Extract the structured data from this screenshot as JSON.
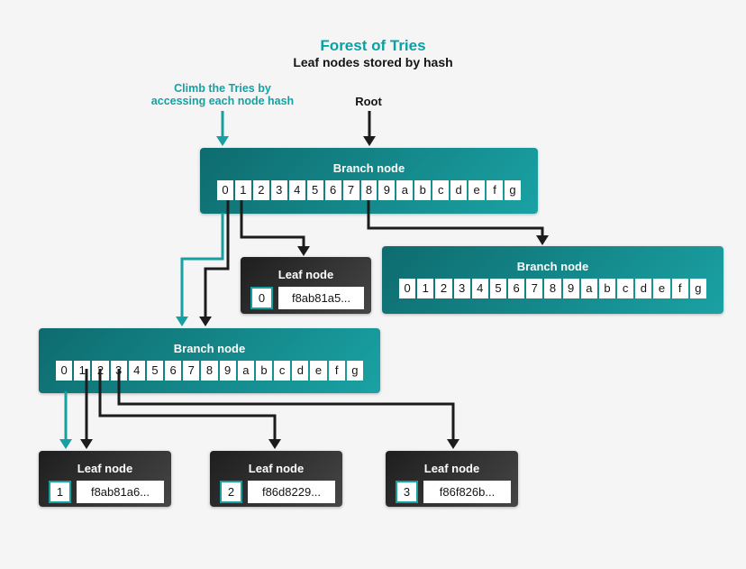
{
  "title": "Forest of Tries",
  "subtitle": "Leaf nodes stored by hash",
  "annotations": {
    "climb_line1": "Climb the Tries by",
    "climb_line2": "accessing each node hash",
    "root_label": "Root"
  },
  "colors": {
    "accent_teal": "#17a0a2",
    "title_teal": "#07a2a6",
    "branch_gradient_start": "#0e6b6e",
    "branch_gradient_end": "#1aa2a4",
    "leaf_gradient_start": "#1e1e1e",
    "leaf_gradient_end": "#464646",
    "arrow_black": "#1c1c1c",
    "background": "#f5f5f6"
  },
  "branch_cells": [
    "0",
    "1",
    "2",
    "3",
    "4",
    "5",
    "6",
    "7",
    "8",
    "9",
    "a",
    "b",
    "c",
    "d",
    "e",
    "f",
    "g"
  ],
  "branch_nodes": [
    {
      "label": "Branch node"
    },
    {
      "label": "Branch node"
    },
    {
      "label": "Branch node"
    }
  ],
  "leaf_nodes": [
    {
      "label": "Leaf node",
      "index": "0",
      "hash": "f8ab81a5..."
    },
    {
      "label": "Leaf node",
      "index": "1",
      "hash": "f8ab81a6..."
    },
    {
      "label": "Leaf node",
      "index": "2",
      "hash": "f86d8229..."
    },
    {
      "label": "Leaf node",
      "index": "3",
      "hash": "f86f826b..."
    }
  ]
}
